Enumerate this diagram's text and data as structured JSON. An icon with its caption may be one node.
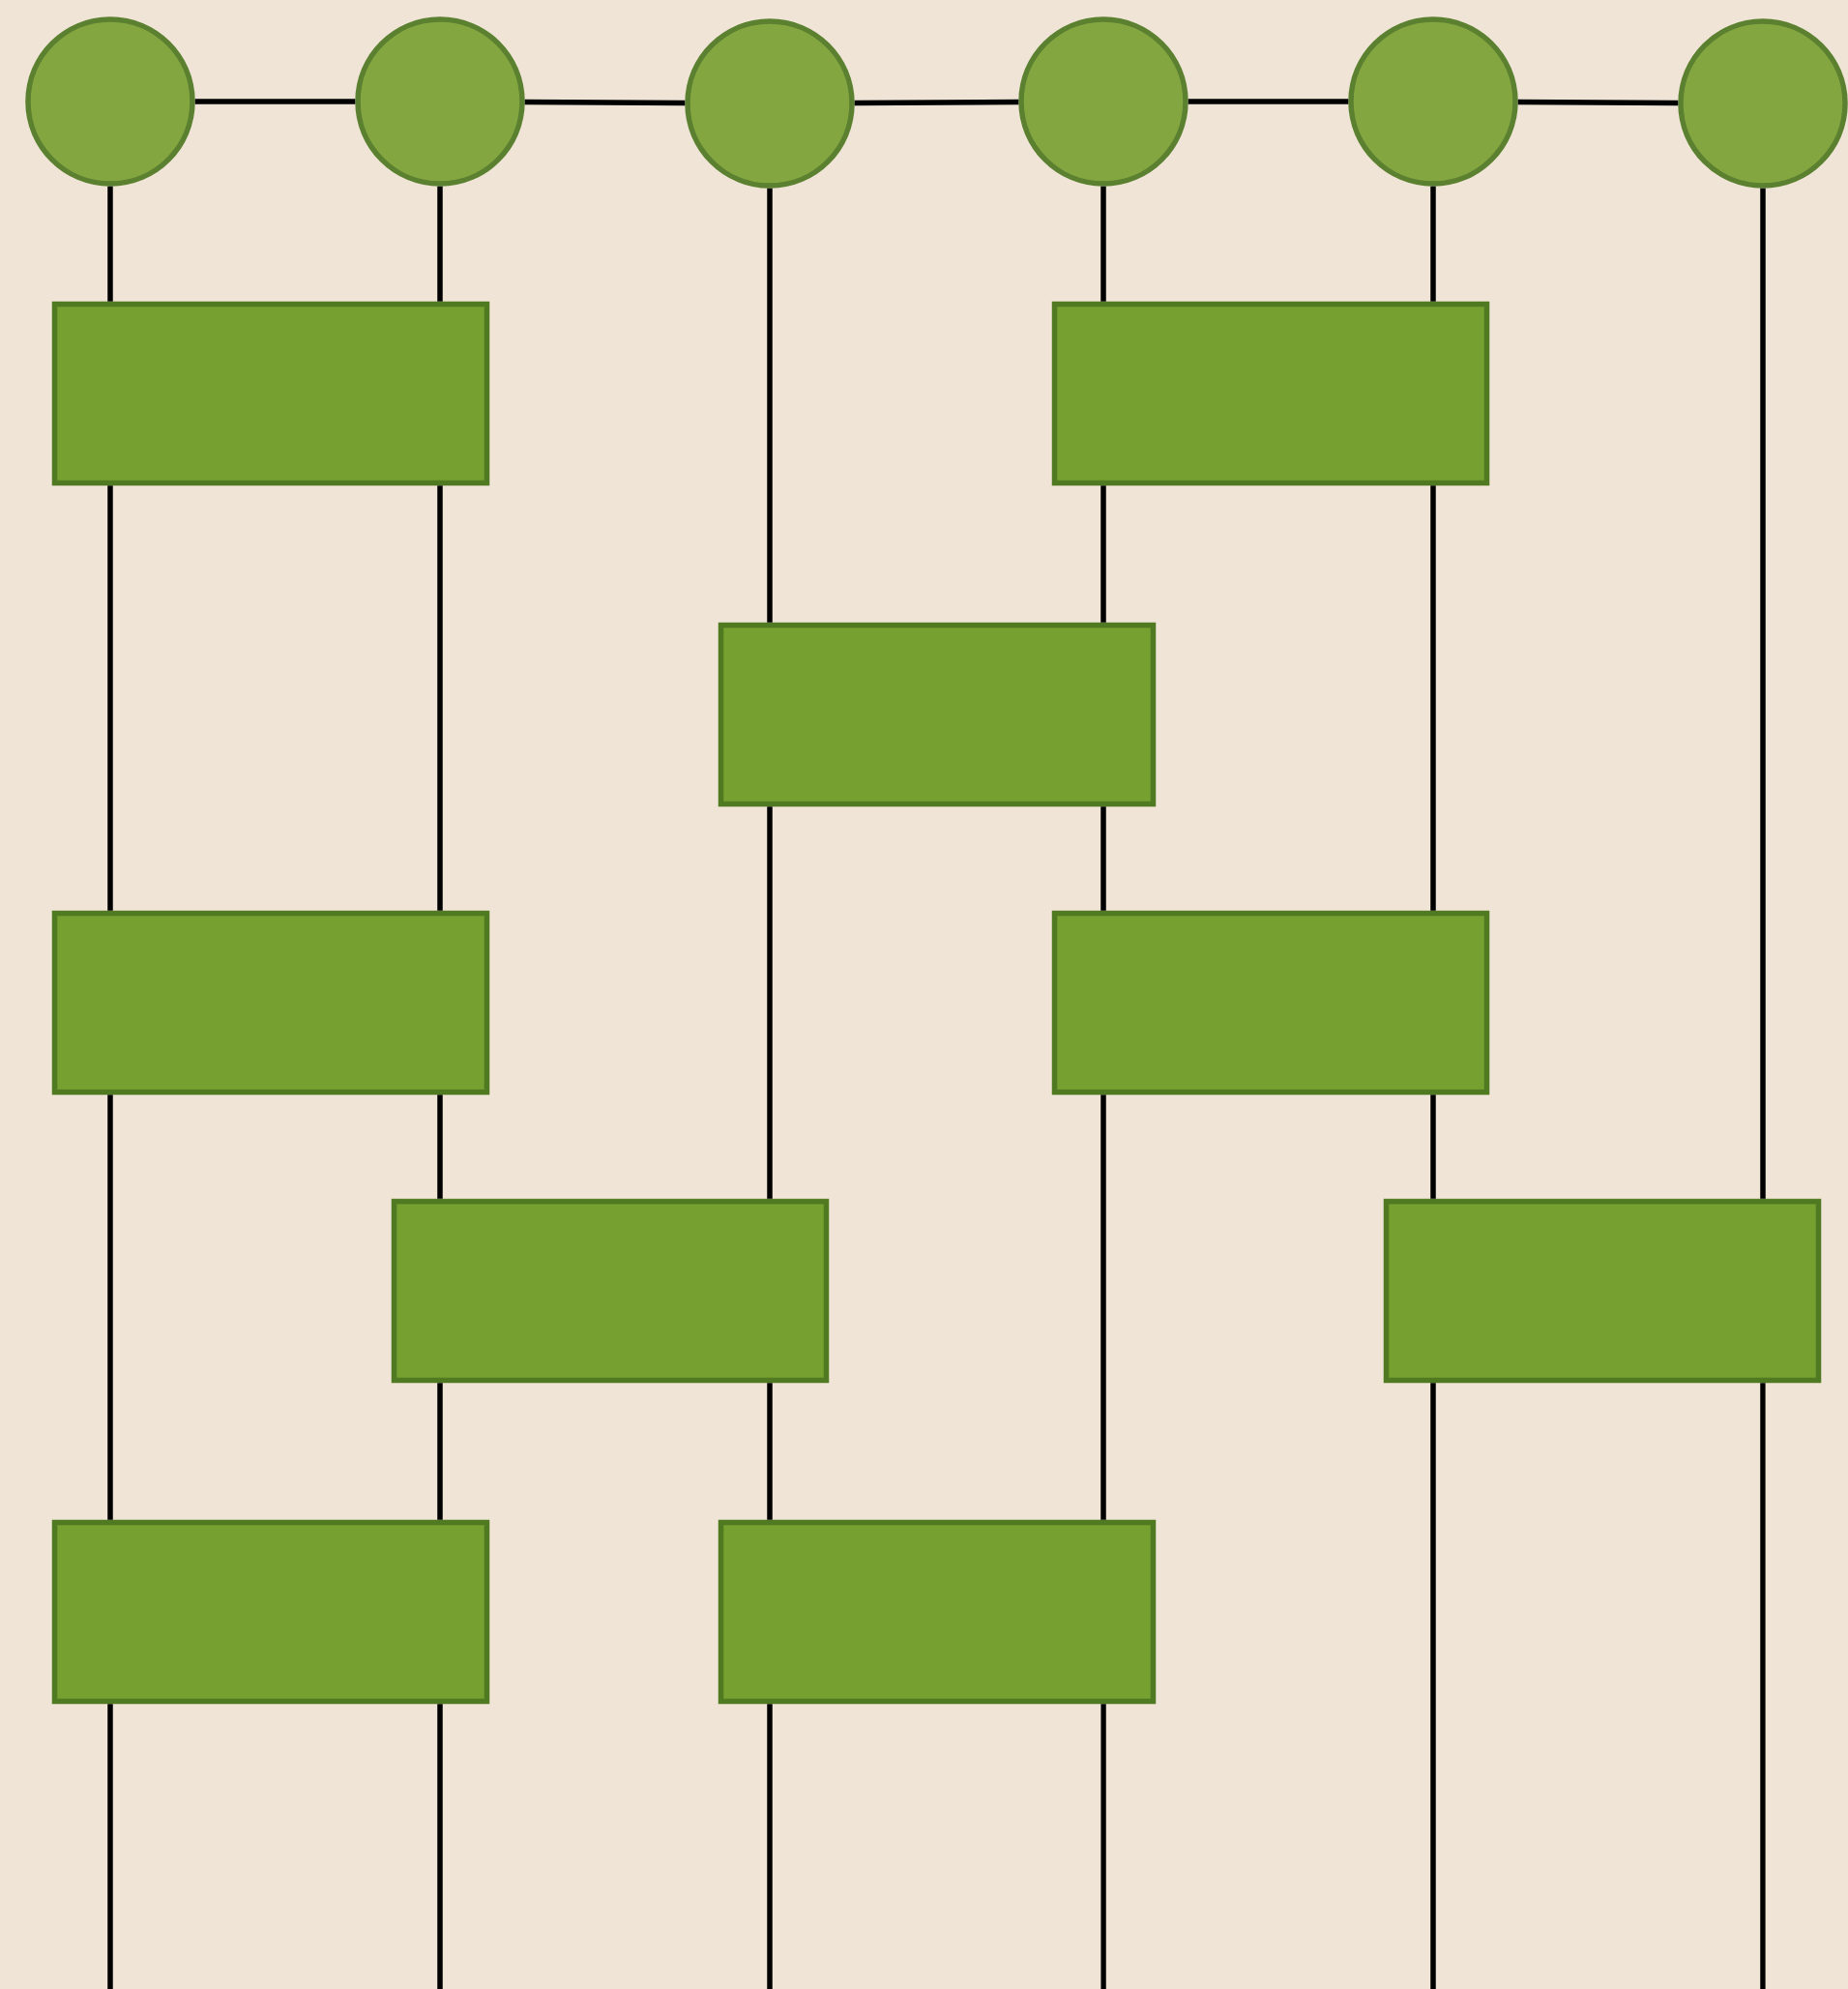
{
  "diagram": {
    "nodes": [
      {
        "text": [],
        "shape": "circle"
      },
      {
        "text": [],
        "shape": "circle"
      },
      {
        "text": [],
        "shape": "circle"
      },
      {
        "text": [],
        "shape": "circle"
      },
      {
        "text": [],
        "shape": "circle"
      },
      {
        "text": [],
        "shape": "circle"
      },
      {
        "text": [],
        "shape": "box"
      },
      {
        "text": [],
        "shape": "box"
      },
      {
        "text": [],
        "shape": "box"
      },
      {
        "text": [],
        "shape": "box"
      },
      {
        "text": [],
        "shape": "box"
      },
      {
        "text": [],
        "shape": "box"
      },
      {
        "text": [],
        "shape": "box"
      },
      {
        "text": [],
        "shape": "box"
      },
      {
        "text": [],
        "shape": "box"
      }
    ],
    "edges": [
      {
        "from": 0,
        "to": 1,
        "arrow": "none"
      },
      {
        "from": 1,
        "to": 2,
        "arrow": "none"
      },
      {
        "from": 2,
        "to": 3,
        "arrow": "none"
      },
      {
        "from": 3,
        "to": 4,
        "arrow": "none"
      },
      {
        "from": 4,
        "to": 5,
        "arrow": "none"
      },
      {
        "from": 0,
        "to": 6,
        "arrow": "none"
      },
      {
        "from": 6,
        "to": 9,
        "arrow": "none"
      },
      {
        "from": 9,
        "to": 13,
        "arrow": "none"
      },
      {
        "from": 13,
        "to": null,
        "arrow": "none"
      },
      {
        "from": 1,
        "to": 6,
        "arrow": "none"
      },
      {
        "from": 6,
        "to": 9,
        "arrow": "none"
      },
      {
        "from": 9,
        "to": 11,
        "arrow": "none"
      },
      {
        "from": 11,
        "to": 13,
        "arrow": "none"
      },
      {
        "from": 13,
        "to": null,
        "arrow": "none"
      },
      {
        "from": 2,
        "to": 8,
        "arrow": "none"
      },
      {
        "from": 8,
        "to": 11,
        "arrow": "none"
      },
      {
        "from": 11,
        "to": 14,
        "arrow": "none"
      },
      {
        "from": 14,
        "to": null,
        "arrow": "none"
      },
      {
        "from": 3,
        "to": 7,
        "arrow": "none"
      },
      {
        "from": 7,
        "to": 8,
        "arrow": "none"
      },
      {
        "from": 8,
        "to": 10,
        "arrow": "none"
      },
      {
        "from": 10,
        "to": 14,
        "arrow": "none"
      },
      {
        "from": 14,
        "to": null,
        "arrow": "none"
      },
      {
        "from": 4,
        "to": 7,
        "arrow": "none"
      },
      {
        "from": 7,
        "to": 10,
        "arrow": "none"
      },
      {
        "from": 10,
        "to": 12,
        "arrow": "none"
      },
      {
        "from": 12,
        "to": null,
        "arrow": "none"
      },
      {
        "from": 5,
        "to": 12,
        "arrow": "none"
      },
      {
        "from": 12,
        "to": null,
        "arrow": "none"
      }
    ]
  }
}
